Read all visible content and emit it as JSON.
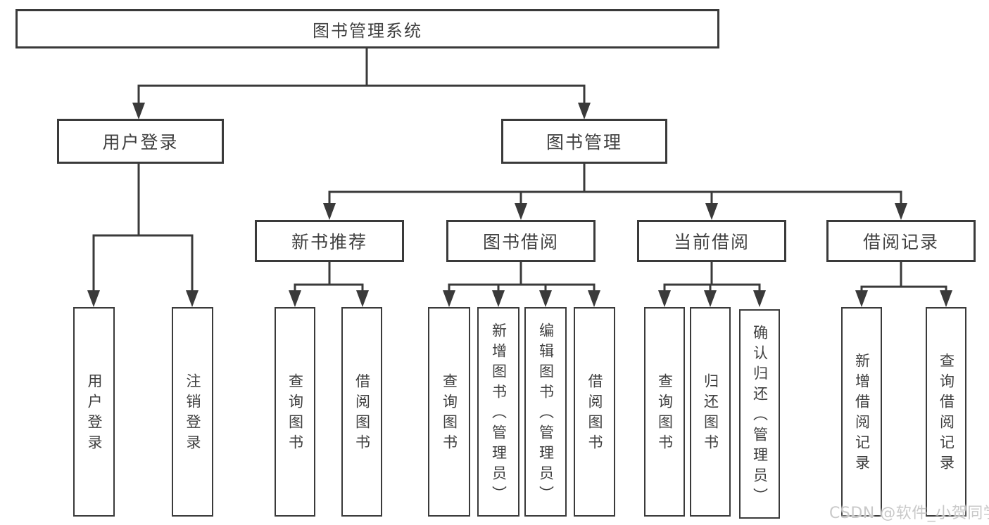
{
  "diagram": {
    "root": "图书管理系统",
    "branches": {
      "user_login": "用户登录",
      "book_mgmt": "图书管理"
    },
    "modules": {
      "new_books": "新书推荐",
      "borrowing": "图书借阅",
      "current": "当前借阅",
      "records": "借阅记录"
    },
    "leaves": {
      "ul_login": "用户登录",
      "ul_logout": "注销登录",
      "nb_query": "查询图书",
      "nb_borrow": "借阅图书",
      "bb_query": "查询图书",
      "bb_add": "新增图书（管理员）",
      "bb_edit": "编辑图书（管理员）",
      "bb_borrow": "借阅图书",
      "cb_query": "查询图书",
      "cb_return": "归还图书",
      "cb_confirm": "确认归还（管理员）",
      "br_add": "新增借阅记录",
      "br_query": "查询借阅记录"
    }
  },
  "watermark": "CSDN @软件_小贺同学",
  "colors": {
    "line": "#3a3a3a",
    "text": "#404040",
    "watermark": "#c6c6c6",
    "background": "#ffffff"
  }
}
